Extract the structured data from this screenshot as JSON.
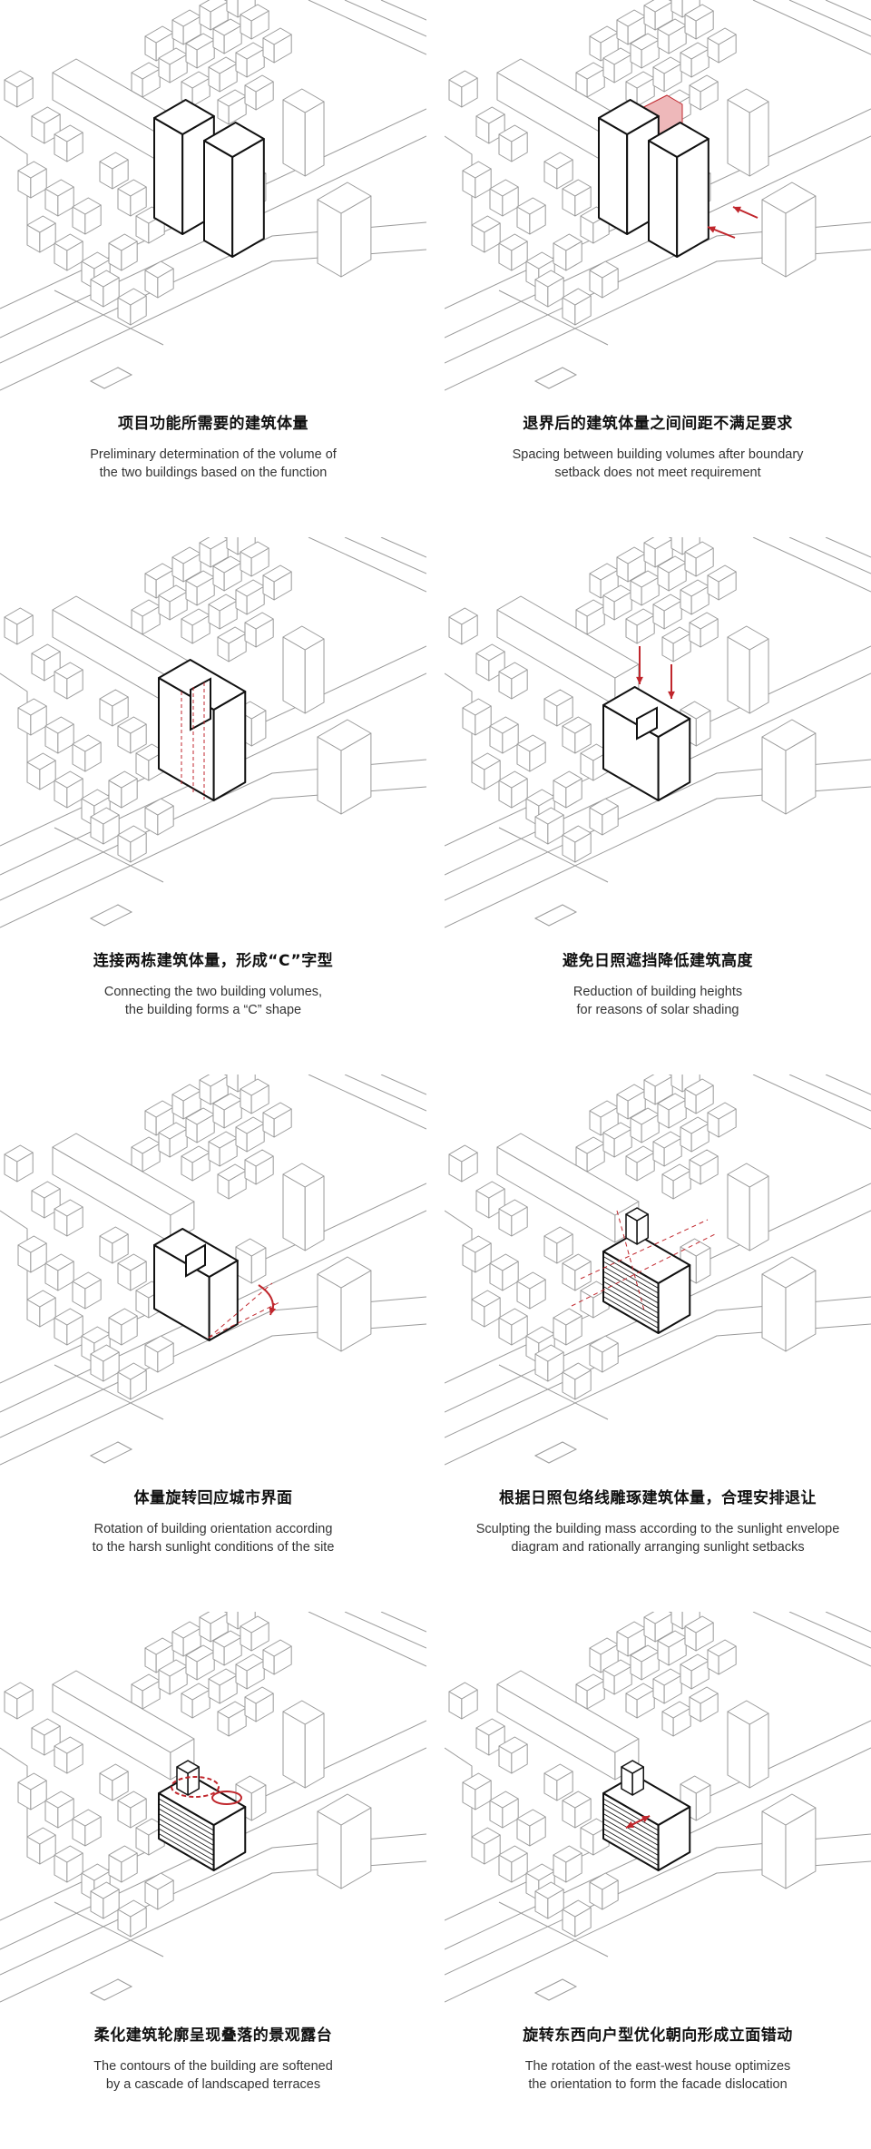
{
  "colors": {
    "line": "#9a9a9a",
    "focus": "#111111",
    "accent": "#c0262c",
    "accent_fill": "#eeb8ba"
  },
  "panels": [
    {
      "zh": "项目功能所需要的建筑体量",
      "en": "Preliminary determination of the volume of\nthe two buildings based on the function"
    },
    {
      "zh": "退界后的建筑体量之间间距不满足要求",
      "en": "Spacing between building volumes after boundary\nsetback does not meet requirement"
    },
    {
      "zh": "连接两栋建筑体量，形成“C”字型",
      "en": "Connecting the two building volumes,\nthe building forms a “C” shape"
    },
    {
      "zh": "避免日照遮挡降低建筑高度",
      "en": "Reduction of building heights\nfor reasons of solar shading"
    },
    {
      "zh": "体量旋转回应城市界面",
      "en": "Rotation of building orientation according\nto the harsh sunlight conditions of the site"
    },
    {
      "zh": "根据日照包络线雕琢建筑体量，合理安排退让",
      "en": "Sculpting the building mass according to the sunlight envelope\ndiagram and rationally arranging sunlight setbacks"
    },
    {
      "zh": "柔化建筑轮廓呈现叠落的景观露台",
      "en": "The contours of the building are softened\nby a cascade of landscaped terraces"
    },
    {
      "zh": "旋转东西向户型优化朝向形成立面错动",
      "en": "The rotation of the east-west house optimizes\nthe orientation to form the facade dislocation"
    }
  ]
}
